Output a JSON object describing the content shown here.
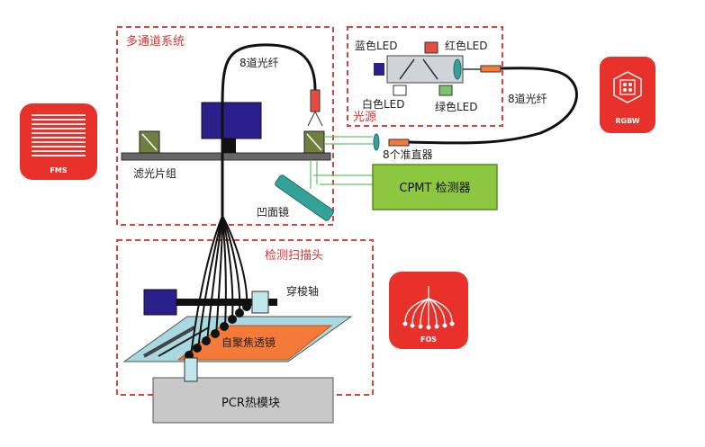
{
  "sections": {
    "multichannel": "多通道系统",
    "light_source": "光源",
    "scan_head": "检测扫描头"
  },
  "labels": {
    "fiber_top": "8道光纤",
    "fiber_right": "8道光纤",
    "blue_led": "蓝色LED",
    "red_led": "红色LED",
    "white_led": "白色LED",
    "green_led": "绿色LED",
    "filter_set": "滤光片组",
    "collimator": "8个准直器",
    "concave_mirror": "凹面镜",
    "detector": "CPMT 检测器",
    "shuttle_axis": "穿梭轴",
    "autofocus_lens": "自聚焦透镜",
    "pcr_module": "PCR热模块"
  },
  "badges": {
    "fms": "FMS",
    "rgbw": "RGBW",
    "fos": "FOS"
  },
  "colors": {
    "section_border": "#d9453c",
    "badge": "#e8312a",
    "fiber": "#111111",
    "detector_fill": "#8dc63f",
    "lens": "#33a39a",
    "blue_block": "#2b1f8c",
    "red_led": "#e74c3c",
    "green_led": "#7cc36a",
    "orange": "#f47a3a",
    "pcr_fill": "#c8c8c8",
    "beam": "#6abf6a"
  },
  "icons": {
    "fms": "dot-matrix-icon",
    "rgbw": "chip-icon",
    "fos": "fiber-fan-icon"
  }
}
